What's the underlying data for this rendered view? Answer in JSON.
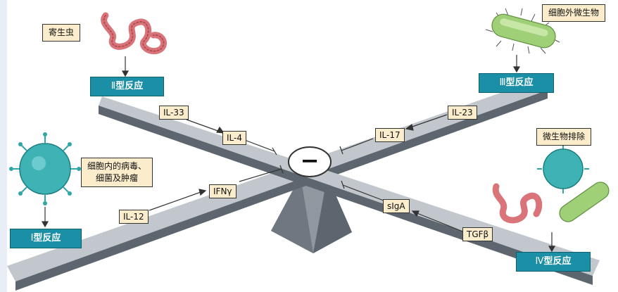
{
  "labels": {
    "parasite": "寄生虫",
    "extracellular_microbe": "细胞外微生物",
    "intracellular": "细胞内的病毒、\n细菌及肿瘤",
    "microbe_clearance": "微生物排除"
  },
  "reactions": {
    "type1": {
      "roman": "Ⅰ",
      "text": "型反应"
    },
    "type2": {
      "roman": "Ⅱ",
      "text": "型反应"
    },
    "type3": {
      "roman": "Ⅲ",
      "text": "型反应"
    },
    "type4": {
      "roman": "Ⅳ",
      "text": "型反应"
    }
  },
  "cytokines": {
    "il33": "IL-33",
    "il4": "IL-4",
    "il23": "IL-23",
    "il17": "IL-17",
    "il12": "IL-12",
    "ifng": "IFNγ",
    "siga": "sIgA",
    "tgfb": "TGFβ"
  },
  "fulcrum_sign": "−",
  "colors": {
    "beam_top": "#9aa3ab",
    "beam_side": "#5d666e",
    "reaction_box": "#1a8fa6",
    "label_fill": "#fbeccc",
    "worm": "#d8747a",
    "virus": "#2fa6a8",
    "bacteria": "#9fcf76"
  }
}
